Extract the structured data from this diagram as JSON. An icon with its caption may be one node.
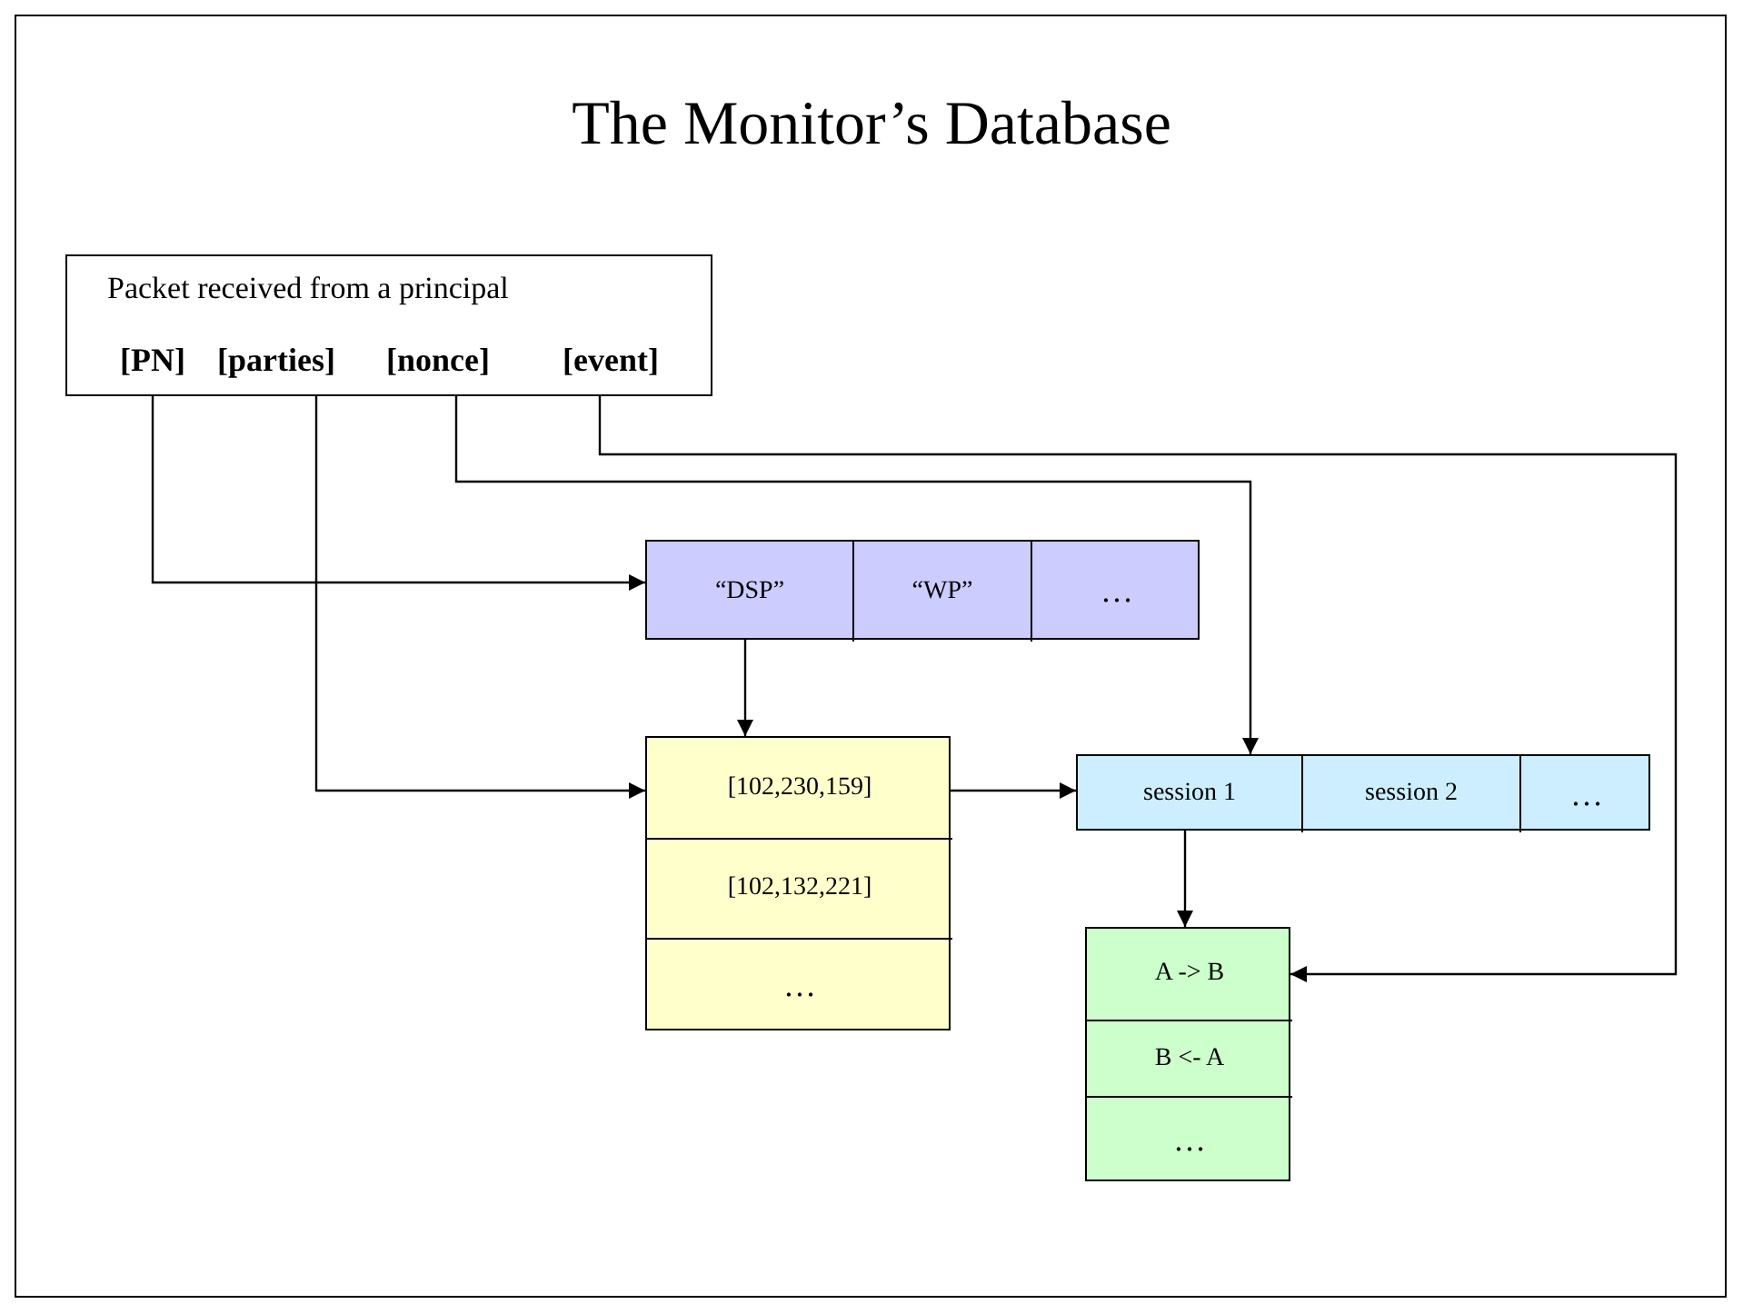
{
  "diagram": {
    "title": "The Monitor’s Database",
    "nodes": [
      {
        "text": [
          "Packet received from a principal"
        ]
      },
      {
        "text": [
          "[PN]"
        ],
        "in": 0
      },
      {
        "text": [
          "[parties]"
        ],
        "in": 0
      },
      {
        "text": [
          "[nonce]"
        ],
        "in": 0
      },
      {
        "text": [
          "[event]"
        ],
        "in": 0
      },
      {
        "text": [],
        "shape": "box"
      },
      {
        "text": [
          "“DSP”"
        ],
        "in": 5
      },
      {
        "text": [
          "“WP”"
        ],
        "in": 5
      },
      {
        "text": [
          "…"
        ],
        "in": 5
      },
      {
        "text": [],
        "shape": "box"
      },
      {
        "text": [
          "[102,230,159]"
        ],
        "in": 9
      },
      {
        "text": [
          "[102,132,221]"
        ],
        "in": 9
      },
      {
        "text": [
          "…"
        ],
        "in": 9
      },
      {
        "text": [],
        "shape": "box"
      },
      {
        "text": [
          "session 1"
        ],
        "in": 13
      },
      {
        "text": [
          "session 2"
        ],
        "in": 13
      },
      {
        "text": [
          "…"
        ],
        "in": 13
      },
      {
        "text": [],
        "shape": "box"
      },
      {
        "text": [
          "A -> B"
        ],
        "in": 17
      },
      {
        "text": [
          "B <- A"
        ],
        "in": 17
      },
      {
        "text": [
          "…"
        ],
        "in": 17
      }
    ],
    "edges": [
      {
        "from": 1,
        "to": 5,
        "arrow": "to"
      },
      {
        "from": 2,
        "to": 9,
        "arrow": "to"
      },
      {
        "from": 3,
        "to": 13,
        "arrow": "to"
      },
      {
        "from": 4,
        "to": 18,
        "arrow": "to"
      },
      {
        "from": 6,
        "to": 10,
        "arrow": "to"
      },
      {
        "from": 9,
        "to": 14,
        "arrow": "to"
      },
      {
        "from": 14,
        "to": 18,
        "arrow": "to"
      }
    ]
  }
}
